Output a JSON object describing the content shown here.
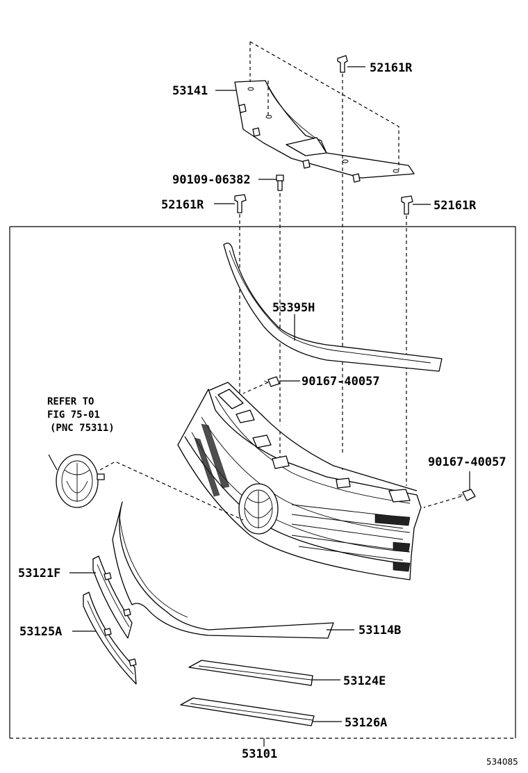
{
  "diagram_id": "534085",
  "parts": {
    "p53141": "53141",
    "p52161r_top": "52161R",
    "p90109": "90109-06382",
    "p52161r_left": "52161R",
    "p52161r_right": "52161R",
    "p53395h": "53395H",
    "p90167_a": "90167-40057",
    "p90167_b": "90167-40057",
    "p53121f": "53121F",
    "p53125a": "53125A",
    "p53114b": "53114B",
    "p53124e": "53124E",
    "p53126a": "53126A",
    "p53101": "53101"
  },
  "reference_note": {
    "line1": "REFER TO",
    "line2": "FIG 75-01",
    "line3": "(PNC 75311)"
  }
}
